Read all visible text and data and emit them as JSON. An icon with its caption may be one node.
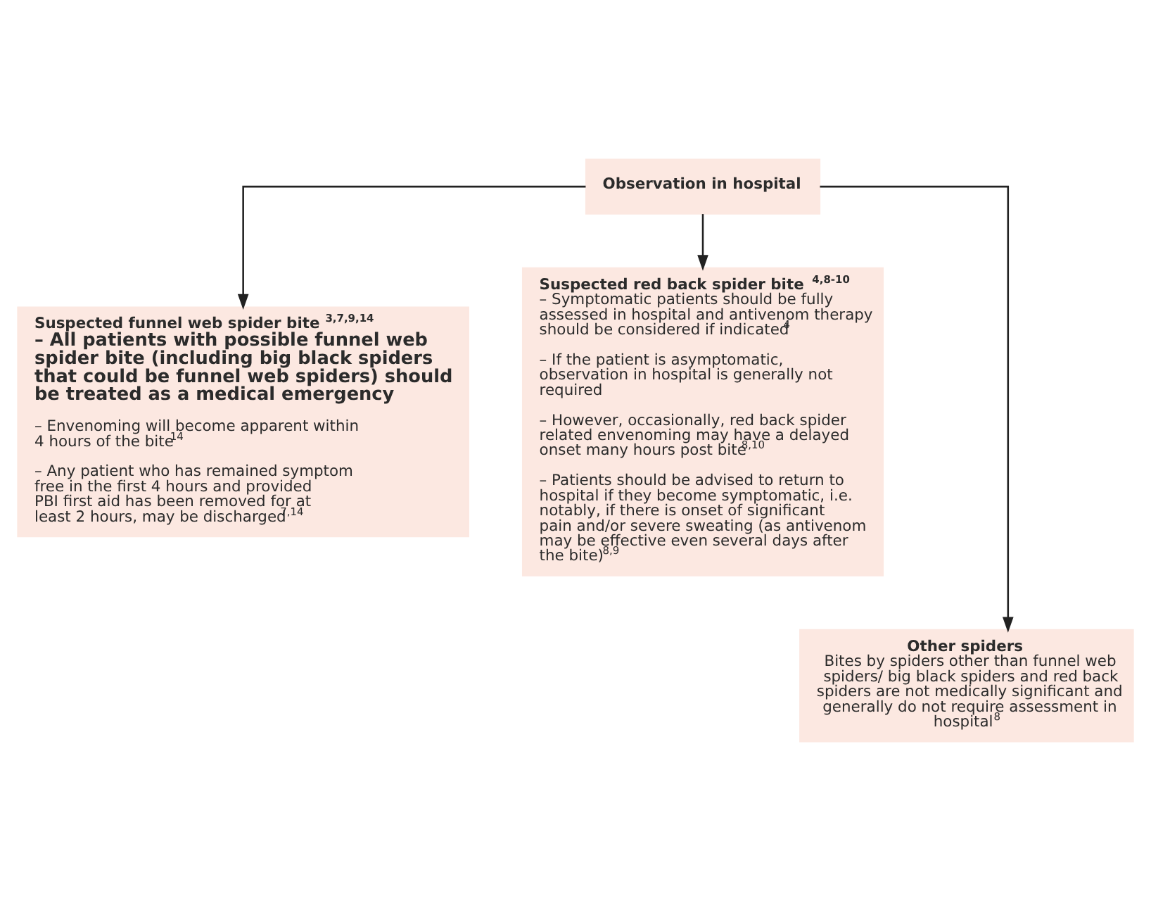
{
  "diagram": {
    "nodes": [
      {
        "text": [
          "Observation in hospital"
        ]
      },
      {
        "text": [
          "Suspected funnel web spider bite$^{3,7,9,14}$",
          "– All patients with possible funnel web spider bite (including big black spiders that could be funnel web spiders) should be treated as a medical emergency",
          "– Envenoming will become apparent within 4 hours of the bite$^{14}$",
          "– Any patient who has remained symptom free in the first 4 hours and provided PBI first aid has been removed for at least 2 hours, may be discharged$^{7,14}$"
        ]
      },
      {
        "text": [
          "Suspected red back spider bite$^{4,8-10}$",
          "– Symptomatic patients should be fully assessed in hospital and antivenom therapy should be considered if indicated$^{4}$",
          "– If the patient is asymptomatic, observation in hospital is generally not required",
          "– However, occasionally, red back spider related envenoming may have a delayed onset many hours post bite$^{8,10}$",
          "– Patients should be advised to return to hospital if they become symptomatic, i.e. notably, if there is onset of significant pain and/or severe sweating (as antivenom may be effective even several days after the bite)$^{8,9}$"
        ]
      },
      {
        "text": [
          "Other spiders",
          "Bites by spiders other than funnel web spiders/ big black spiders and red back spiders are not medically significant and generally do not require assessment in hospital$^{8}$"
        ]
      }
    ],
    "edges": [
      {
        "from": 0,
        "to": 1,
        "arrow": "to"
      },
      {
        "from": 0,
        "to": 2,
        "arrow": "to"
      },
      {
        "from": 0,
        "to": 3,
        "arrow": "to"
      }
    ]
  }
}
